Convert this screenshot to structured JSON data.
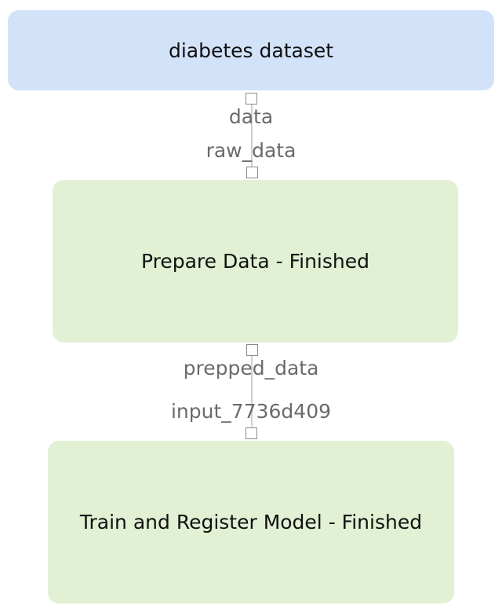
{
  "nodes": {
    "dataset": {
      "label": "diabetes dataset",
      "color": "#d2e2f9"
    },
    "prepare": {
      "label": "Prepare Data - Finished",
      "color": "#e2f0d3"
    },
    "train": {
      "label": "Train and Register Model - Finished",
      "color": "#e2f0d3"
    }
  },
  "edges": [
    {
      "from_port": "data",
      "to_port": "raw_data"
    },
    {
      "from_port": "prepped_data",
      "to_port": "input_7736d409"
    }
  ]
}
